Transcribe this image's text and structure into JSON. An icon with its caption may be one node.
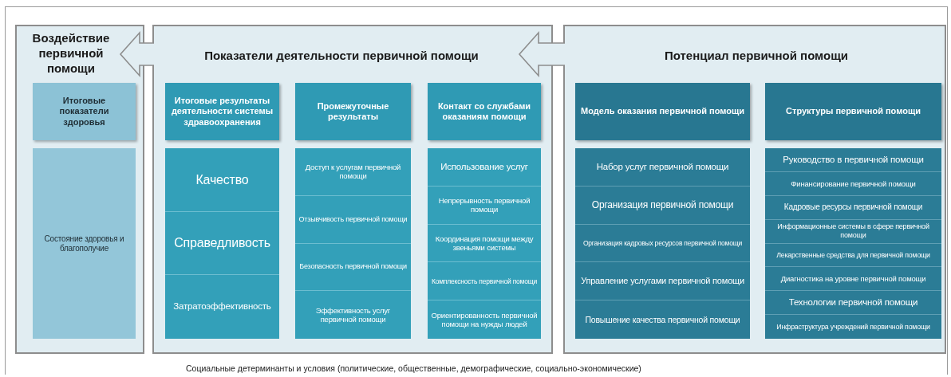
{
  "diagram": {
    "nodes": [
      {
        "text": [
          "Социальные детерминанты и условия (политические, общественные, демографические, социально-экономические)"
        ]
      },
      {
        "text": [
          "Воздействие первичной помощи"
        ],
        "in": 0
      },
      {
        "text": [
          "Итоговые показатели здоровья"
        ],
        "in": 1
      },
      {
        "text": [
          "Состояние здоровья и благополучие"
        ],
        "in": 1
      },
      {
        "text": [
          "Показатели деятельности первичной помощи"
        ],
        "in": 0
      },
      {
        "text": [
          "Итоговые результаты деятельности системы здравоохранения"
        ],
        "in": 4
      },
      {
        "text": [
          "Качество"
        ],
        "in": 4
      },
      {
        "text": [
          "Справедливость"
        ],
        "in": 4
      },
      {
        "text": [
          "Затратоэффективность"
        ],
        "in": 4
      },
      {
        "text": [
          "Промежуточные результаты"
        ],
        "in": 4
      },
      {
        "text": [
          "Доступ к услугам первичной помощи"
        ],
        "in": 4
      },
      {
        "text": [
          "Отзывчивость первичной помощи"
        ],
        "in": 4
      },
      {
        "text": [
          "Безопасность первичной помощи"
        ],
        "in": 4
      },
      {
        "text": [
          "Эффективность услуг первичной помощи"
        ],
        "in": 4
      },
      {
        "text": [
          "Контакт со службами оказаниям помощи"
        ],
        "in": 4
      },
      {
        "text": [
          "Использование услуг"
        ],
        "in": 4
      },
      {
        "text": [
          "Непрерывность первичной помощи"
        ],
        "in": 4
      },
      {
        "text": [
          "Координация помощи между звеньями системы"
        ],
        "in": 4
      },
      {
        "text": [
          "Комплексность первичной помощи"
        ],
        "in": 4
      },
      {
        "text": [
          "Ориентированность первичной помощи на нужды людей"
        ],
        "in": 4
      },
      {
        "text": [
          "Потенциал первичной помощи"
        ],
        "in": 0
      },
      {
        "text": [
          "Модель оказания первичной помощи"
        ],
        "in": 20
      },
      {
        "text": [
          "Набор услуг первичной помощи"
        ],
        "in": 20
      },
      {
        "text": [
          "Организация первичной помощи"
        ],
        "in": 20
      },
      {
        "text": [
          "Организация кадровых ресурсов первичной помощи"
        ],
        "in": 20
      },
      {
        "text": [
          "Управление услугами первичной помощи"
        ],
        "in": 20
      },
      {
        "text": [
          "Повышение качества первичной помощи"
        ],
        "in": 20
      },
      {
        "text": [
          "Структуры первичной помощи"
        ],
        "in": 20
      },
      {
        "text": [
          "Руководство в первичной помощи"
        ],
        "in": 20
      },
      {
        "text": [
          "Финансирование первичной помощи"
        ],
        "in": 20
      },
      {
        "text": [
          "Кадровые ресурсы первичной помощи"
        ],
        "in": 20
      },
      {
        "text": [
          "Информационные системы в сфере первичной помощи"
        ],
        "in": 20
      },
      {
        "text": [
          "Лекарственные средства для первичной помощи"
        ],
        "in": 20
      },
      {
        "text": [
          "Диагностика на уровне первичной помощи"
        ],
        "in": 20
      },
      {
        "text": [
          "Технологии первичной помощи"
        ],
        "in": 20
      },
      {
        "text": [
          "Инфраструктура учреждений первичной помощи"
        ],
        "in": 20
      }
    ],
    "edges": [
      {
        "from": 20,
        "to": 4,
        "arrow": "to",
        "style": "thick"
      },
      {
        "from": 4,
        "to": 1,
        "arrow": "to",
        "style": "thick"
      }
    ]
  }
}
